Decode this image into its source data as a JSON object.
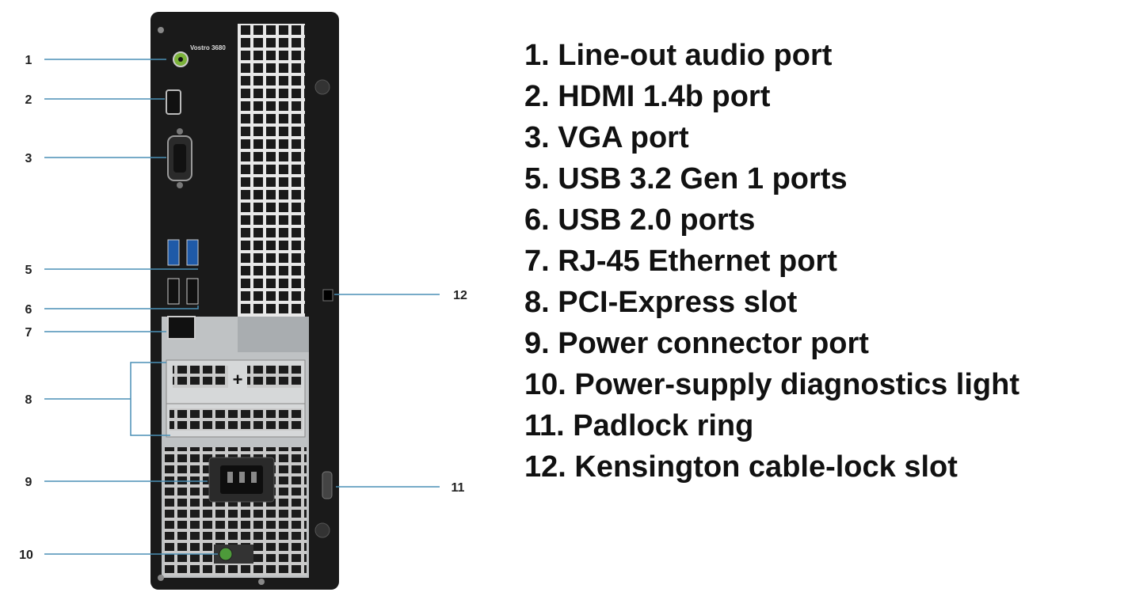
{
  "device": {
    "model_label": "Vostro 3680"
  },
  "callouts": [
    "1",
    "2",
    "3",
    "5",
    "6",
    "7",
    "8",
    "9",
    "10",
    "11",
    "12"
  ],
  "legend": [
    "1. Line-out audio port",
    "2. HDMI 1.4b port",
    "3. VGA port",
    "5. USB 3.2 Gen 1 ports",
    "6. USB 2.0 ports",
    "7. RJ-45 Ethernet port",
    "8. PCI-Express slot",
    "9. Power connector port",
    "10. Power-supply diagnostics light",
    "11. Padlock ring",
    "12. Kensington cable-lock slot"
  ],
  "colors": {
    "leader_line": "#4a8fb5",
    "chassis": "#1a1a1a",
    "panel_metal": "#bfc2c4",
    "usb3_blue": "#1f5aa8",
    "audio_green": "#7bb23a",
    "diag_light_green": "#4d9a3a"
  }
}
